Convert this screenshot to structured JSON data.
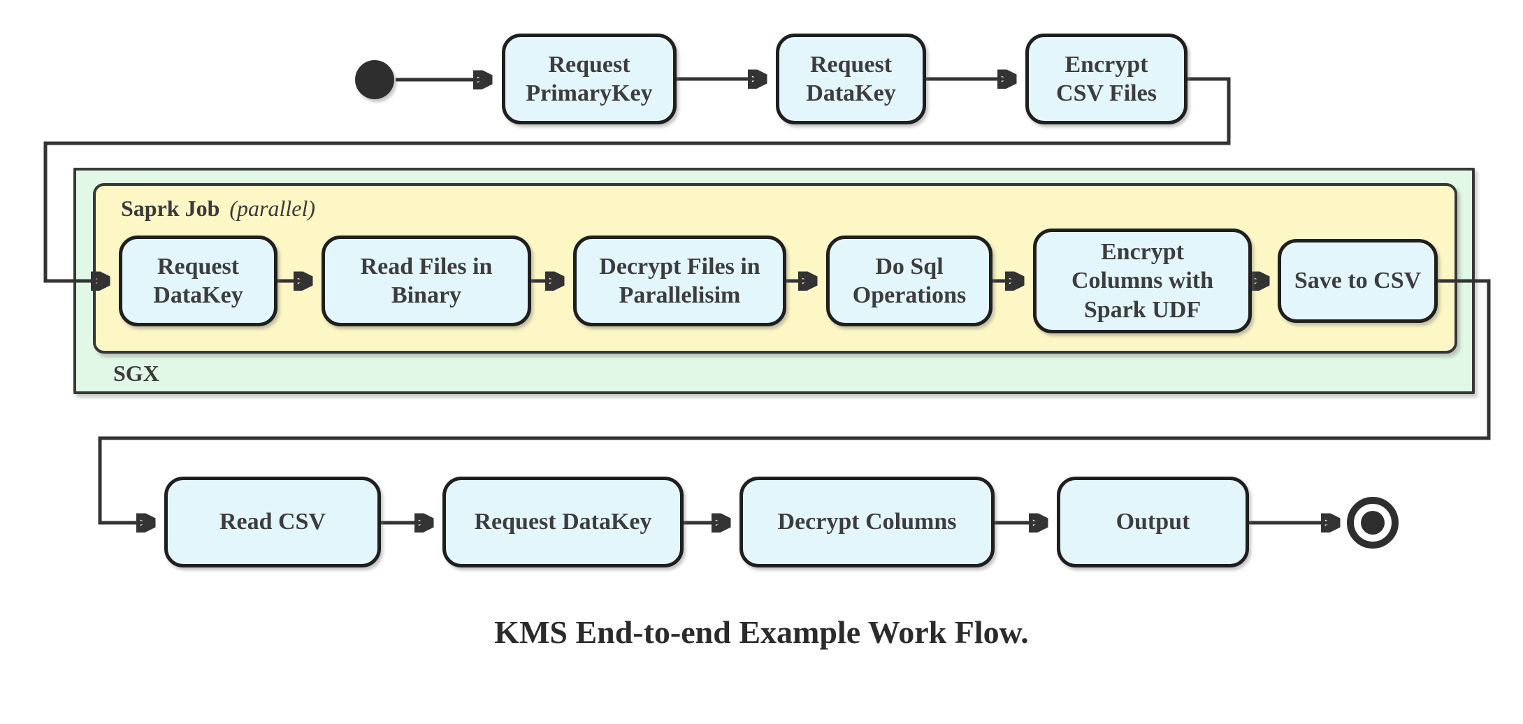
{
  "caption": "KMS End-to-end Example Work Flow.",
  "containers": {
    "sgx": {
      "label": "SGX"
    },
    "spark_job": {
      "label": "Saprk Job",
      "qualifier": "(parallel)"
    }
  },
  "nodes": {
    "request_primary_key": "Request\nPrimaryKey",
    "request_data_key_top": "Request\nDataKey",
    "encrypt_csv_files": "Encrypt\nCSV Files",
    "request_data_key_spark": "Request\nDataKey",
    "read_files_in_binary": "Read Files in\nBinary",
    "decrypt_files_in_parallelisim": "Decrypt Files in\nParallelisim",
    "do_sql_operations": "Do Sql\nOperations",
    "encrypt_columns_with_spark_udf": "Encrypt\nColumns with\nSpark UDF",
    "save_to_csv": "Save to CSV",
    "read_csv": "Read CSV",
    "request_data_key_client": "Request DataKey",
    "decrypt_columns": "Decrypt Columns",
    "output": "Output"
  },
  "colors": {
    "node_fill": "#e3f6fb",
    "node_border": "#1f1f1f",
    "sgx_container_fill": "#e1f8e6",
    "spark_container_fill": "#fdf6c5",
    "connector": "#333333",
    "text": "#3d3d3d"
  }
}
